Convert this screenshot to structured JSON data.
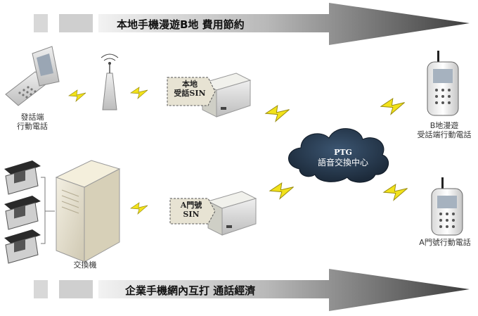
{
  "banners": {
    "top": "本地手機漫遊B地  費用節約",
    "bottom": "企業手機網內互打  通話經濟"
  },
  "nodes": {
    "caller": {
      "line1": "發話端",
      "line2": "行動電話"
    },
    "pbx": {
      "label": "交換機"
    },
    "sin_local": {
      "line1": "本地",
      "line2": "受話SIN"
    },
    "sin_a": {
      "line1": "A門號",
      "line2": "SIN"
    },
    "ptg": {
      "line1": "PTG",
      "line2": "語音交換中心"
    },
    "receiver_b": {
      "line1": "B地漫遊",
      "line2": "受話端行動電話"
    },
    "phone_a": {
      "label": "A門號行動電話"
    }
  },
  "colors": {
    "arrow_dark": "#555555",
    "arrow_light": "#e6e6e6",
    "lightning": "#f2e21a",
    "cloud": "#2b3f55",
    "tag_fill": "#e7e3d3"
  }
}
